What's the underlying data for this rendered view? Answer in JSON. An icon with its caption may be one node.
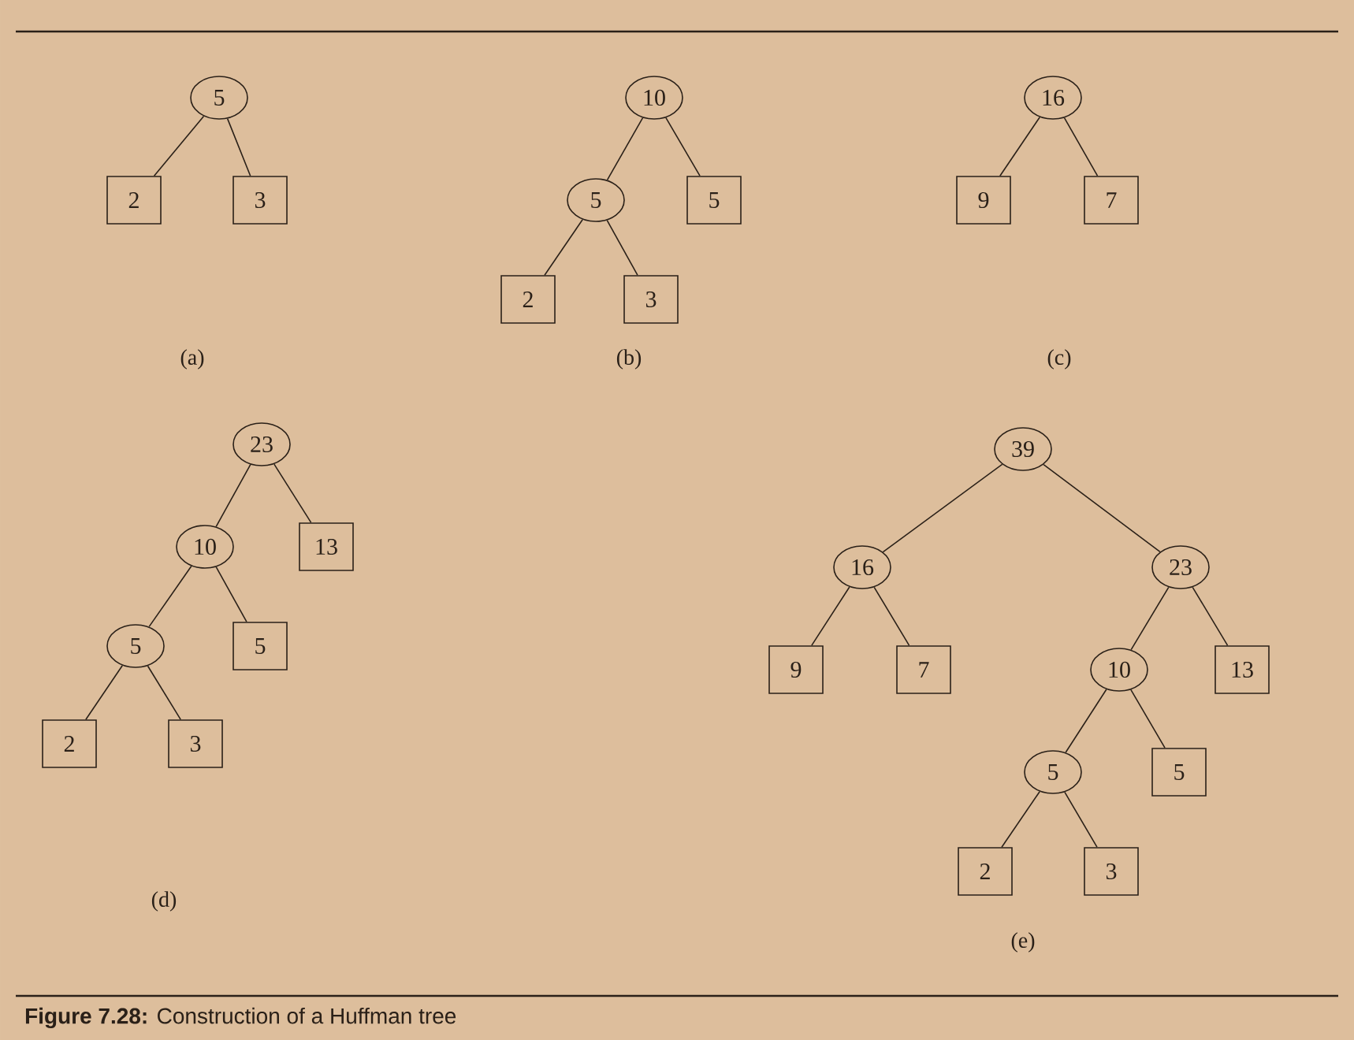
{
  "diagram": {
    "caption": "**Figure 7.28:** Construction of a Huffman tree",
    "nodes": [
      {
        "text": [
          "5"
        ]
      },
      {
        "text": [
          "2"
        ]
      },
      {
        "text": [
          "3"
        ]
      },
      {
        "text": [
          "10"
        ]
      },
      {
        "text": [
          "5"
        ]
      },
      {
        "text": [
          "5"
        ]
      },
      {
        "text": [
          "2"
        ]
      },
      {
        "text": [
          "3"
        ]
      },
      {
        "text": [
          "16"
        ]
      },
      {
        "text": [
          "9"
        ]
      },
      {
        "text": [
          "7"
        ]
      },
      {
        "text": [
          "23"
        ]
      },
      {
        "text": [
          "10"
        ]
      },
      {
        "text": [
          "13"
        ]
      },
      {
        "text": [
          "5"
        ]
      },
      {
        "text": [
          "5"
        ]
      },
      {
        "text": [
          "2"
        ]
      },
      {
        "text": [
          "3"
        ]
      },
      {
        "text": [
          "39"
        ]
      },
      {
        "text": [
          "16"
        ]
      },
      {
        "text": [
          "23"
        ]
      },
      {
        "text": [
          "9"
        ]
      },
      {
        "text": [
          "7"
        ]
      },
      {
        "text": [
          "10"
        ]
      },
      {
        "text": [
          "13"
        ]
      },
      {
        "text": [
          "5"
        ]
      },
      {
        "text": [
          "5"
        ]
      },
      {
        "text": [
          "2"
        ]
      },
      {
        "text": [
          "3"
        ]
      }
    ],
    "edges": [
      {
        "from": 0,
        "to": 1,
        "arrow": "none"
      },
      {
        "from": 0,
        "to": 2,
        "arrow": "none"
      },
      {
        "from": 3,
        "to": 4,
        "arrow": "none"
      },
      {
        "from": 3,
        "to": 5,
        "arrow": "none"
      },
      {
        "from": 4,
        "to": 6,
        "arrow": "none"
      },
      {
        "from": 4,
        "to": 7,
        "arrow": "none"
      },
      {
        "from": 8,
        "to": 9,
        "arrow": "none"
      },
      {
        "from": 8,
        "to": 10,
        "arrow": "none"
      },
      {
        "from": 11,
        "to": 12,
        "arrow": "none"
      },
      {
        "from": 11,
        "to": 13,
        "arrow": "none"
      },
      {
        "from": 12,
        "to": 14,
        "arrow": "none"
      },
      {
        "from": 12,
        "to": 15,
        "arrow": "none"
      },
      {
        "from": 14,
        "to": 16,
        "arrow": "none"
      },
      {
        "from": 14,
        "to": 17,
        "arrow": "none"
      },
      {
        "from": 18,
        "to": 19,
        "arrow": "none"
      },
      {
        "from": 18,
        "to": 20,
        "arrow": "none"
      },
      {
        "from": 19,
        "to": 21,
        "arrow": "none"
      },
      {
        "from": 19,
        "to": 22,
        "arrow": "none"
      },
      {
        "from": 20,
        "to": 23,
        "arrow": "none"
      },
      {
        "from": 20,
        "to": 24,
        "arrow": "none"
      },
      {
        "from": 23,
        "to": 25,
        "arrow": "none"
      },
      {
        "from": 23,
        "to": 26,
        "arrow": "none"
      },
      {
        "from": 25,
        "to": 27,
        "arrow": "none"
      },
      {
        "from": 25,
        "to": 28,
        "arrow": "none"
      }
    ],
    "labels": [
      "(a)",
      "(b)",
      "(c)",
      "(d)",
      "(e)"
    ]
  }
}
